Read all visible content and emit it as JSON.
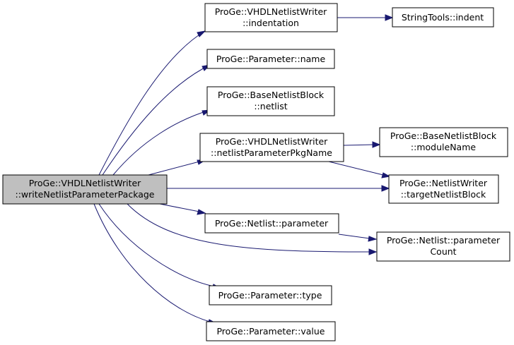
{
  "graph": {
    "root": {
      "line1": "ProGe::VHDLNetlistWriter",
      "line2": "::writeNetlistParameterPackage",
      "fill": "#bfbfbf"
    },
    "nodes": {
      "indentation": {
        "line1": "ProGe::VHDLNetlistWriter",
        "line2": "::indentation"
      },
      "indent": {
        "line1": "StringTools::indent"
      },
      "param_name": {
        "line1": "ProGe::Parameter::name"
      },
      "netlist": {
        "line1": "ProGe::BaseNetlistBlock",
        "line2": "::netlist"
      },
      "pkgname": {
        "line1": "ProGe::VHDLNetlistWriter",
        "line2": "::netlistParameterPkgName"
      },
      "modulename": {
        "line1": "ProGe::BaseNetlistBlock",
        "line2": "::moduleName"
      },
      "target": {
        "line1": "ProGe::NetlistWriter",
        "line2": "::targetNetlistBlock"
      },
      "nl_param": {
        "line1": "ProGe::Netlist::parameter"
      },
      "nl_count": {
        "line1": "ProGe::Netlist::parameter",
        "line2": "Count"
      },
      "param_type": {
        "line1": "ProGe::Parameter::type"
      },
      "param_value": {
        "line1": "ProGe::Parameter::value"
      }
    },
    "edge_color": "#191970",
    "node_fill": "#ffffff"
  }
}
